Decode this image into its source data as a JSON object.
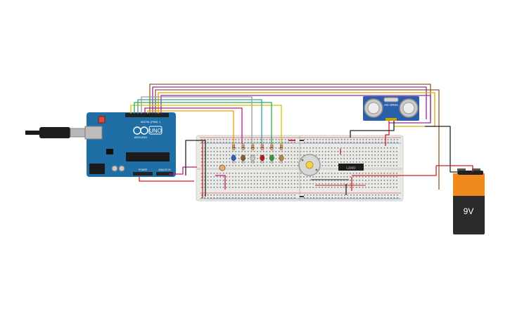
{
  "canvas": {
    "background": "#ffffff"
  },
  "arduino": {
    "board_color": "#1f6fa6",
    "logo_text": "UNO",
    "brand_text": "ARDUINO",
    "digital_label": "DIGITAL (PWM ~)",
    "power_label": "POWER",
    "analog_label": "ANALOG IN"
  },
  "ultrasonic": {
    "model_text": "HC-SR04",
    "body_color": "#2a5ea8"
  },
  "battery": {
    "voltage_text": "9V",
    "top_color": "#f08a1c",
    "body_color": "#2b2b2b"
  },
  "driver_chip": {
    "label": "L293D"
  },
  "wire_colors": {
    "red": "#d11f25",
    "black": "#222222",
    "brown": "#8b5a2b",
    "purple": "#8e2a9c",
    "orange": "#e8a300",
    "green": "#2fa84f",
    "magenta": "#c2187a",
    "grey": "#9a9a9a",
    "yellow": "#d4c300",
    "teal": "#3aa0a0"
  },
  "leds": [
    {
      "color": "#2a5fbf",
      "name": "blue"
    },
    {
      "color": "#8b5a2b",
      "name": "brown"
    },
    {
      "color": "#c8c8c8",
      "name": "white"
    },
    {
      "color": "#c0161c",
      "name": "red"
    },
    {
      "color": "#2f9d3a",
      "name": "green"
    },
    {
      "color": "#b08a3a",
      "name": "yellow"
    }
  ]
}
